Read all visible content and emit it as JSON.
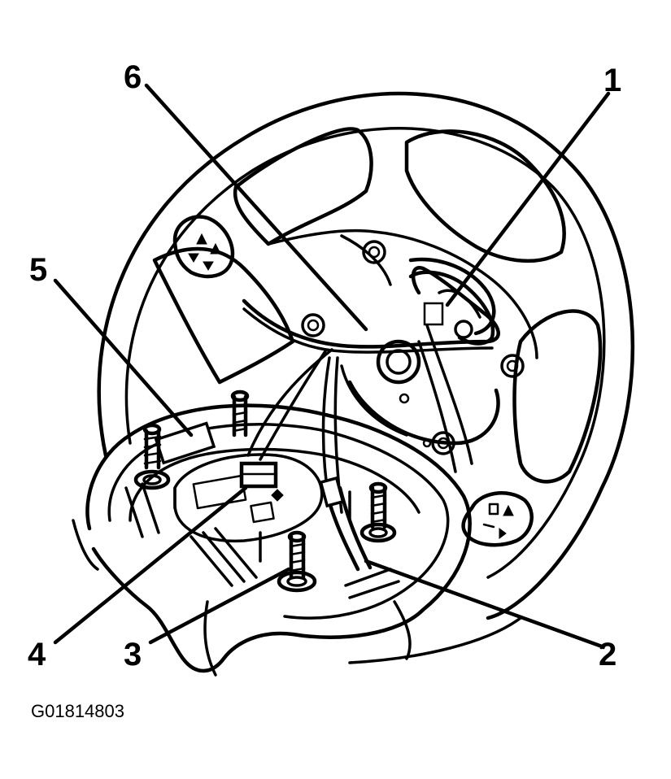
{
  "figure": {
    "code": "G01814803"
  },
  "callouts": [
    {
      "id": "1",
      "label": "1"
    },
    {
      "id": "2",
      "label": "2"
    },
    {
      "id": "3",
      "label": "3"
    },
    {
      "id": "4",
      "label": "4"
    },
    {
      "id": "5",
      "label": "5"
    },
    {
      "id": "6",
      "label": "6"
    }
  ],
  "colors": {
    "ink": "#000000",
    "paper": "#ffffff"
  }
}
